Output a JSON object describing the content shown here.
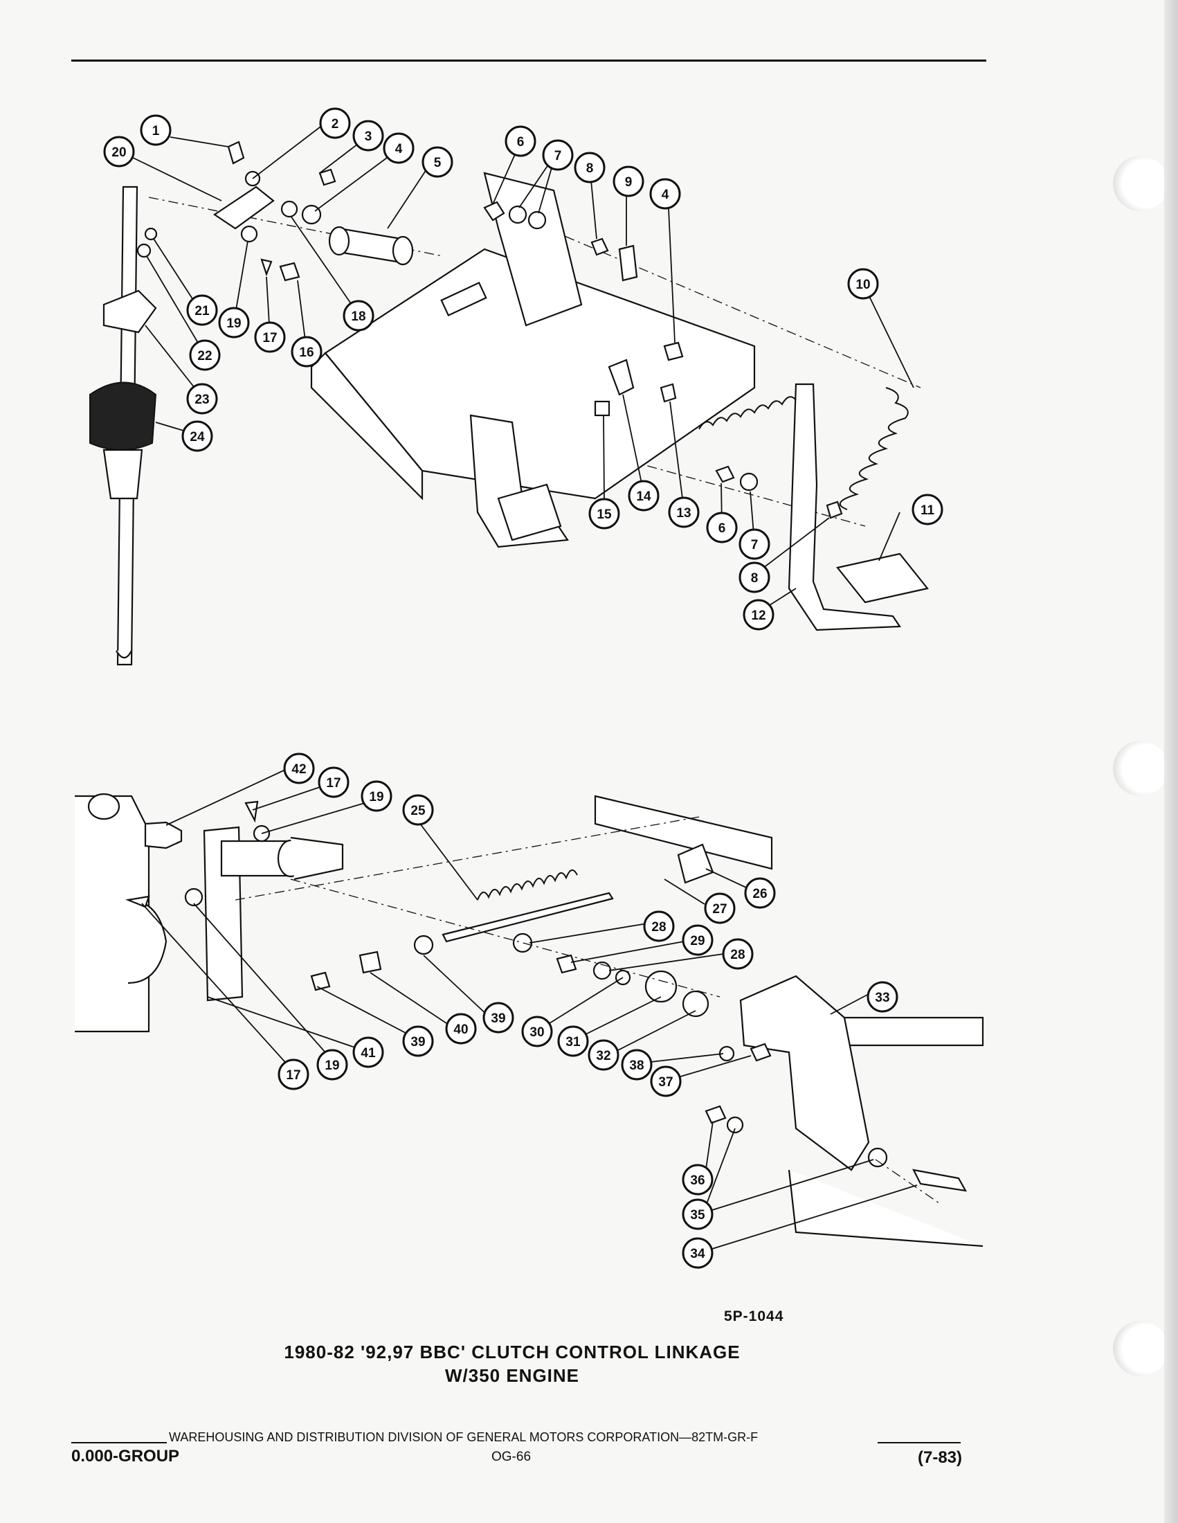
{
  "diagram": {
    "figure_code": "5P-1044",
    "title_line1": "1980-82 '92,97 BBC' CLUTCH CONTROL LINKAGE",
    "title_line2": "W/350 ENGINE",
    "top_callouts": [
      "1",
      "2",
      "3",
      "4",
      "5",
      "6",
      "7",
      "8",
      "9",
      "4",
      "20",
      "21",
      "22",
      "23",
      "24",
      "19",
      "17",
      "16",
      "18",
      "10",
      "15",
      "14",
      "13",
      "6",
      "7",
      "11",
      "8",
      "12"
    ],
    "bottom_callouts": [
      "42",
      "17",
      "19",
      "25",
      "26",
      "27",
      "28",
      "29",
      "28",
      "33",
      "30",
      "31",
      "32",
      "38",
      "37",
      "39",
      "40",
      "39",
      "41",
      "19",
      "17",
      "36",
      "35",
      "34"
    ]
  },
  "footer": {
    "division": "WAREHOUSING AND DISTRIBUTION DIVISION OF GENERAL MOTORS CORPORATION—82TM-GR-F",
    "group": "0.000-GROUP",
    "page": "OG-66",
    "date": "(7-83)"
  },
  "colors": {
    "ink": "#111111",
    "paper": "#f7f7f5"
  }
}
